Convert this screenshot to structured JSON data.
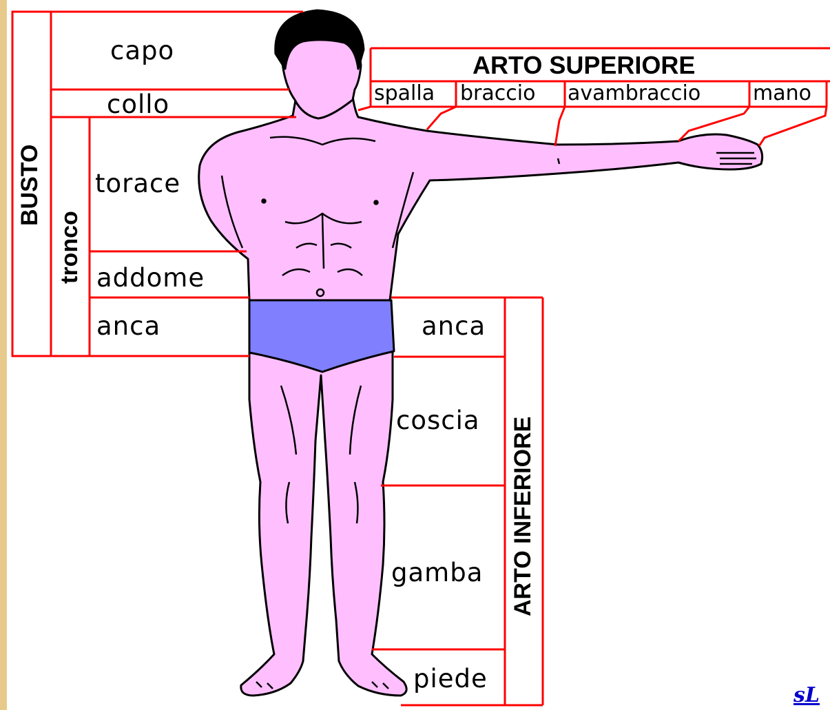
{
  "labels": {
    "busto": "BUSTO",
    "tronco": "tronco",
    "capo": "capo",
    "collo": "collo",
    "torace": "torace",
    "addome": "addome",
    "anca_left": "anca",
    "anca_right": "anca",
    "coscia": "coscia",
    "gamba": "gamba",
    "piede": "piede",
    "arto_inferiore": "ARTO INFERIORE",
    "arto_superiore": "ARTO SUPERIORE",
    "spalla": "spalla",
    "braccio": "braccio",
    "avambraccio": "avambraccio",
    "mano": "mano",
    "signature": "sL"
  },
  "colors": {
    "page_border": "#e7c98b",
    "lines": "#ff0000",
    "skin": "#ffbfff",
    "briefs": "#8080ff",
    "hair": "#000000",
    "signature": "#0000cc"
  }
}
